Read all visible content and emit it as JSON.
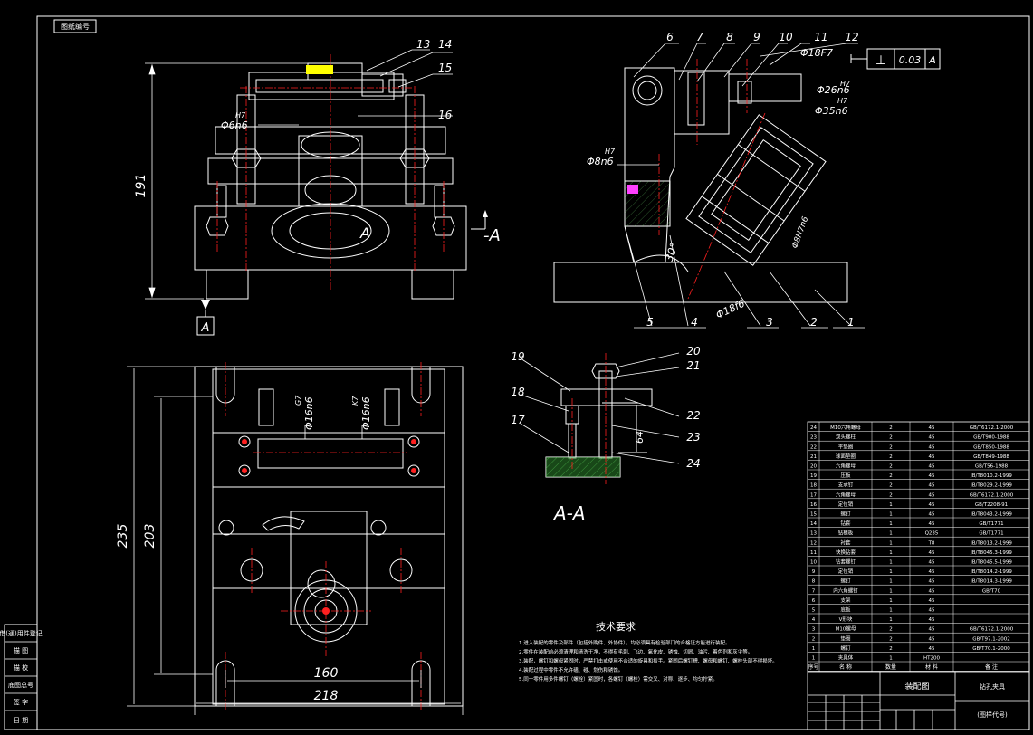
{
  "title_stamp": "图纸编号",
  "views": {
    "front": {
      "overall_height": "191",
      "datum": "A",
      "section_marks": [
        "A",
        "-A"
      ],
      "fits": [
        "Φ6n6",
        "H7"
      ],
      "part_labels": [
        "13",
        "14",
        "15",
        "16"
      ]
    },
    "side": {
      "part_labels": [
        "6",
        "7",
        "8",
        "9",
        "10",
        "11",
        "12",
        "5",
        "4",
        "3",
        "2",
        "1"
      ],
      "fits": [
        "Φ18F7",
        "Φ26n6",
        "H7",
        "Φ35n6",
        "H7",
        "Φ8n6",
        "H7",
        "Φ18f6",
        "Φ8H7n6"
      ],
      "angle": "30°",
      "tolerance_frame": {
        "symbol": "⊥",
        "value": "0.03",
        "datum": "A"
      }
    },
    "section": {
      "name": "A-A",
      "dim": "64",
      "part_labels": [
        "19",
        "20",
        "21",
        "18",
        "22",
        "23",
        "17",
        "24"
      ]
    },
    "top": {
      "dims": {
        "height_outer": "235",
        "height_inner": "203",
        "width_inner": "160",
        "width_outer": "218"
      },
      "fits": [
        "Φ16n6",
        "G7",
        "Φ16n6",
        "K7"
      ]
    }
  },
  "notes": {
    "heading": "技术要求",
    "items": [
      "1.进入装配的零件及部件（包括外购件、外协件），均必须具有检验部门的合格证方能进行装配。",
      "2.零件在装配前必须清理和清洗干净，不得有毛刺、飞边、氧化皮、锈蚀、切屑、油污、着色剂和灰尘等。",
      "3.装配，螺钉和螺母紧固时，严禁打击或使用不合适的旋具和扳手。紧固后螺钉槽、螺母和螺钉、螺栓头部不得损坏。",
      "4.装配过程中零件不允许磕、碰、划伤和锈蚀。",
      "5.同一零件用多件螺钉（螺栓）紧固时，各螺钉（螺栓）需交叉、对称、逐步、均匀拧紧。"
    ]
  },
  "left_strip": [
    "借(通)用件登记",
    "描 图",
    "描 校",
    "底图总号",
    "签 字",
    "日 期"
  ],
  "bom": {
    "rows": [
      [
        "24",
        "M10六角螺母",
        "2",
        "45",
        "GB/T6172.1-2000"
      ],
      [
        "23",
        "双头螺柱",
        "2",
        "45",
        "GB/T900-1988"
      ],
      [
        "22",
        "平垫圈",
        "2",
        "45",
        "GB/T850-1988"
      ],
      [
        "21",
        "球面垫圈",
        "2",
        "45",
        "GB/T849-1988"
      ],
      [
        "20",
        "六角螺母",
        "2",
        "45",
        "GB/T56-1988"
      ],
      [
        "19",
        "压板",
        "2",
        "45",
        "JB/T8010.2-1999"
      ],
      [
        "18",
        "支承钉",
        "2",
        "45",
        "JB/T8029.2-1999"
      ],
      [
        "17",
        "六角螺母",
        "2",
        "45",
        "GB/T6172.1-2000"
      ],
      [
        "16",
        "定位销",
        "1",
        "45",
        "GB/T2208-91"
      ],
      [
        "15",
        "螺钉",
        "1",
        "45",
        "JB/T8043.2-1999"
      ],
      [
        "14",
        "钻套",
        "1",
        "45",
        "GB/T1771"
      ],
      [
        "13",
        "钻模板",
        "1",
        "Q235",
        "GB/T1771"
      ],
      [
        "12",
        "衬套",
        "1",
        "T8",
        "JB/T8013.2-1999"
      ],
      [
        "11",
        "快换钻套",
        "1",
        "45",
        "JB/T8045.3-1999"
      ],
      [
        "10",
        "钻套螺钉",
        "1",
        "45",
        "JB/T8045.5-1999"
      ],
      [
        "9",
        "定位销",
        "1",
        "45",
        "JB/T8014.2-1999"
      ],
      [
        "8",
        "螺钉",
        "1",
        "45",
        "JB/T8014.3-1999"
      ],
      [
        "7",
        "内六角螺钉",
        "1",
        "45",
        "GB/T70"
      ],
      [
        "6",
        "支架",
        "1",
        "45",
        ""
      ],
      [
        "5",
        "底板",
        "1",
        "45",
        ""
      ],
      [
        "4",
        "V形块",
        "1",
        "45",
        ""
      ],
      [
        "3",
        "M10螺母",
        "2",
        "45",
        "GB/T6172.1-2000"
      ],
      [
        "2",
        "垫圈",
        "2",
        "45",
        "GB/T97.1-2002"
      ],
      [
        "1",
        "螺钉",
        "2",
        "45",
        "GB/T70.1-2000"
      ],
      [
        "1",
        "夹具体",
        "1",
        "HT200",
        ""
      ]
    ],
    "header": [
      "序号",
      "名 称",
      "数量",
      "材 料",
      "备 注"
    ],
    "title": "装配图",
    "subtitle": "钻孔夹具",
    "drawing_no": "(图样代号)"
  },
  "colors": {
    "line": "#ffffff",
    "center": "#ff2020",
    "accent": "#ffff00",
    "cyan": "#00ffff",
    "hatch": "#2f8f2f"
  }
}
